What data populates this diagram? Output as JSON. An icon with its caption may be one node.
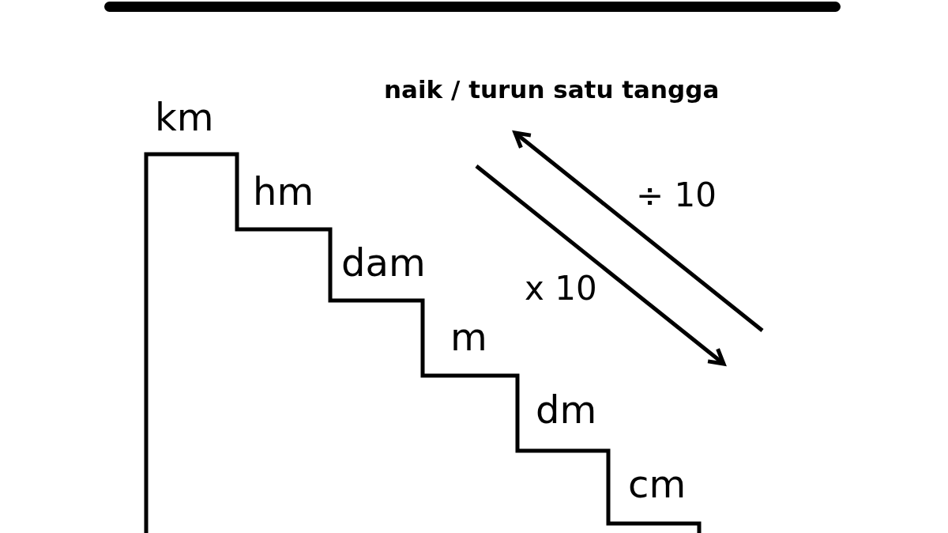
{
  "diagram": {
    "labels": [
      "naik / turun satu tangga",
      "km",
      "hm",
      "dam",
      "m",
      "dm",
      "cm",
      "÷ 10",
      "x 10"
    ]
  }
}
